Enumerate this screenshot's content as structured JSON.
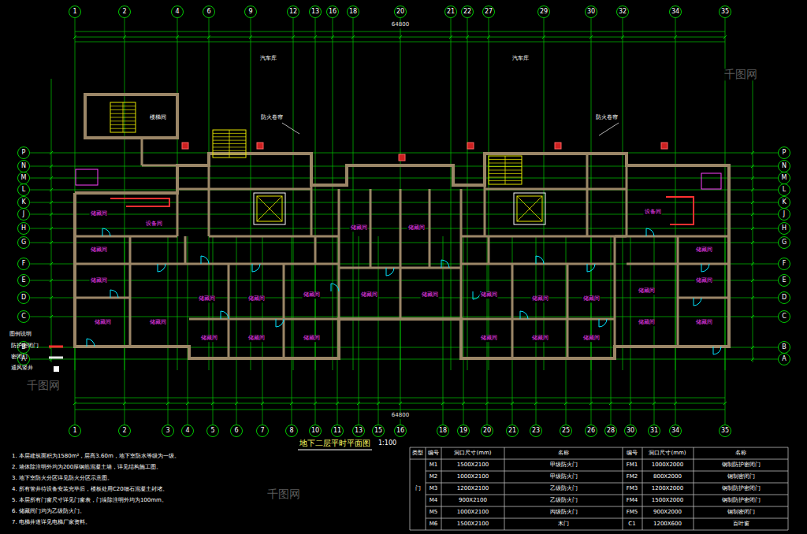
{
  "diagram": {
    "title": "地下二层平时平面图",
    "labels": [
      "1",
      "2",
      "4",
      "6",
      "9",
      "12",
      "13",
      "16",
      "18",
      "20",
      "21",
      "22",
      "27",
      "29",
      "30",
      "32",
      "34",
      "35",
      "1",
      "2",
      "3",
      "4",
      "5",
      "6",
      "7",
      "8",
      "10",
      "11",
      "13",
      "15",
      "16",
      "18",
      "19",
      "20",
      "21",
      "23",
      "25",
      "26",
      "28",
      "30",
      "31",
      "34",
      "35",
      "P",
      "N",
      "M",
      "L",
      "K",
      "J",
      "H",
      "G",
      "F",
      "E",
      "D",
      "C",
      "B",
      "A",
      "P",
      "N",
      "M",
      "L",
      "K",
      "J",
      "H",
      "G",
      "F",
      "E",
      "D",
      "C",
      "B",
      "A",
      "储藏间",
      "储藏间",
      "储藏间",
      "储藏间",
      "储藏间",
      "设备间",
      "储藏间",
      "储藏间",
      "储藏间",
      "储藏间",
      "储藏间",
      "储藏间",
      "储藏间",
      "储藏间",
      "储藏间",
      "储藏间",
      "储藏间",
      "储藏间",
      "储藏间",
      "储藏间",
      "储藏间",
      "储藏间",
      "储藏间",
      "储藏间",
      "储藏间",
      "设备间",
      "储藏间",
      "储藏间",
      "汽车库",
      "汽车库",
      "防火卷帘",
      "防火卷帘",
      "楼梯间",
      "64800",
      "64800",
      "1:100",
      "1. 本层建筑面积为1580m²，层高3.60m，地下室防水等级为一级。",
      "2. 墙体除注明外均为200厚钢筋混凝土墙，详见结构施工图。",
      "3. 地下室防火分区详见防火分区示意图。",
      "4. 所有管井待设备安装完毕后，楼板处用C20细石混凝土封堵。",
      "5. 本层所有门窗尺寸详见门窗表，门垛除注明外均为100mm。",
      "6. 储藏间门均为乙级防火门。",
      "7. 电梯井道详见电梯厂家资料。",
      "图例说明",
      "类型",
      "编号",
      "洞口尺寸(mm)",
      "名称",
      "编号",
      "洞口尺寸(mm)",
      "名称",
      "门",
      "M1",
      "1500X2100",
      "甲级防火门",
      "M2",
      "1000X2100",
      "甲级防火门",
      "M3",
      "1200X2100",
      "乙级防火门",
      "M4",
      "900X2100",
      "乙级防火门",
      "M5",
      "1000X2100",
      "丙级防火门",
      "M6",
      "1500X2100",
      "木门",
      "FM1",
      "1000X2000",
      "钢制防护密闭门",
      "FM2",
      "800X2000",
      "钢制密闭门",
      "FM3",
      "1200X2000",
      "钢制防护密闭门",
      "FM4",
      "1500X2000",
      "钢制防护密闭门",
      "FM5",
      "900X2000",
      "钢制密闭门",
      "C1",
      "1200X600",
      "百叶窗",
      "千图网",
      "千图网",
      "千图网"
    ],
    "legend": [
      {
        "text": "防护密闭门",
        "color": "#ff3030"
      },
      {
        "text": "密闭门",
        "color": "#e8e8e8"
      },
      {
        "text": "通风竖井",
        "color": "#ffffff"
      }
    ]
  }
}
